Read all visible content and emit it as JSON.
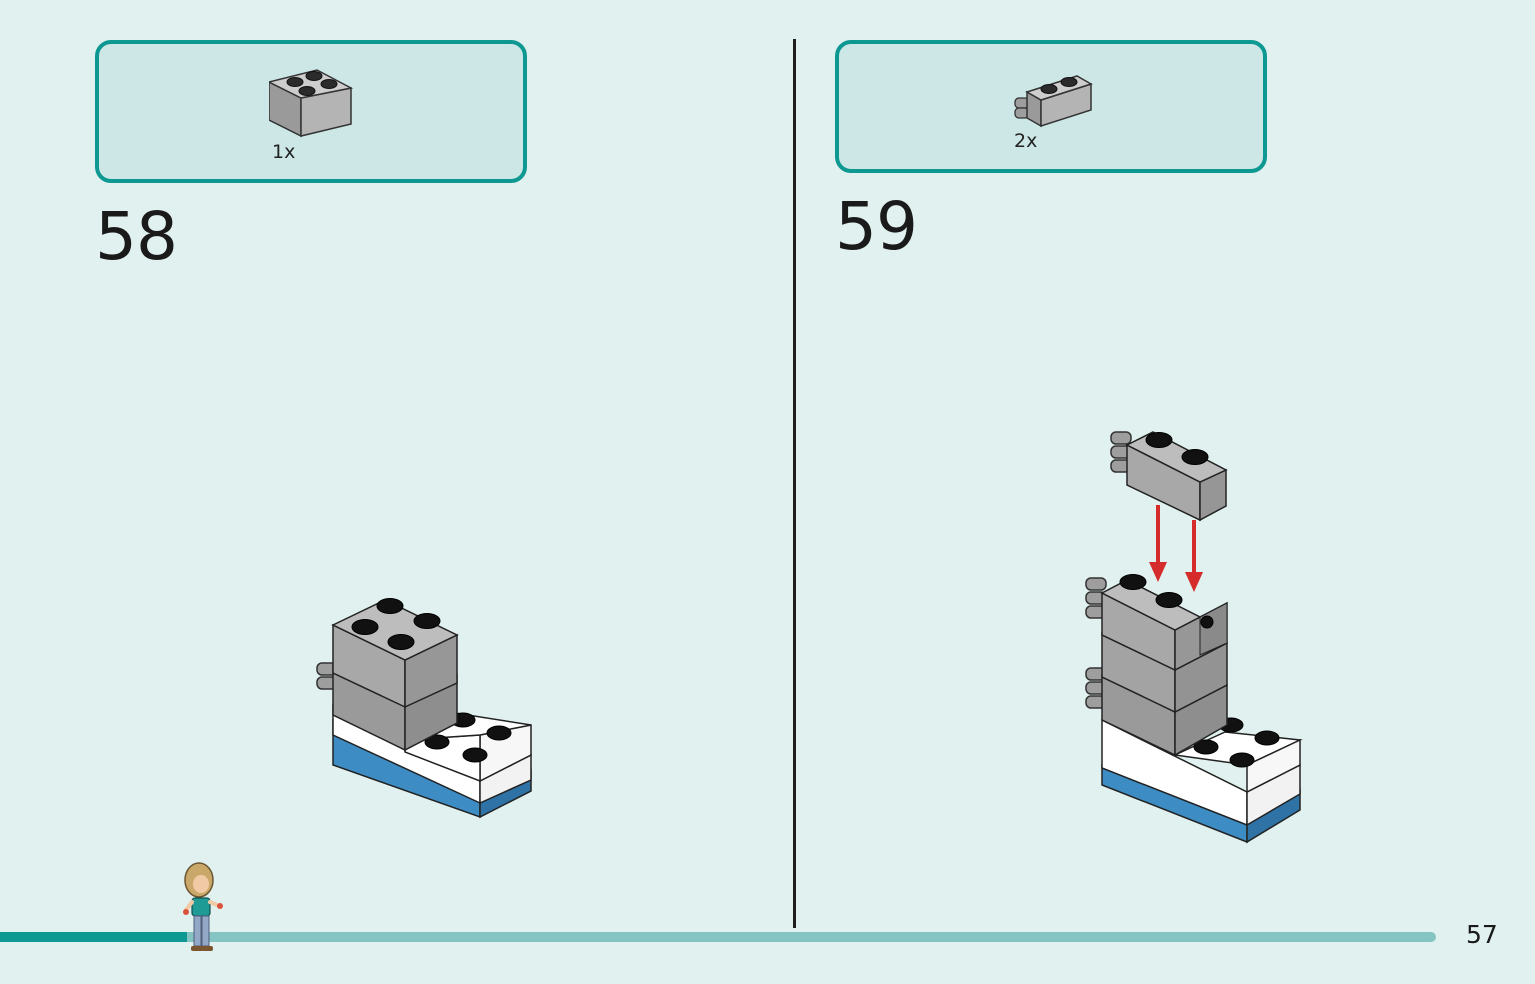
{
  "steps": [
    {
      "number": "58",
      "parts": [
        {
          "quantity": "1x",
          "icon": "brick-2x2-gray-icon"
        }
      ]
    },
    {
      "number": "59",
      "parts": [
        {
          "quantity": "2x",
          "icon": "brick-1x2-clip-gray-icon"
        }
      ]
    }
  ],
  "page_number": "57",
  "progress": 0.13,
  "colors": {
    "background": "#e0f1f0",
    "accent": "#0e9892",
    "track": "#84c5c3",
    "brick_gray": "#a2a2a2",
    "arrow_red": "#d52b2b",
    "plate_blue": "#3d8cc4"
  }
}
